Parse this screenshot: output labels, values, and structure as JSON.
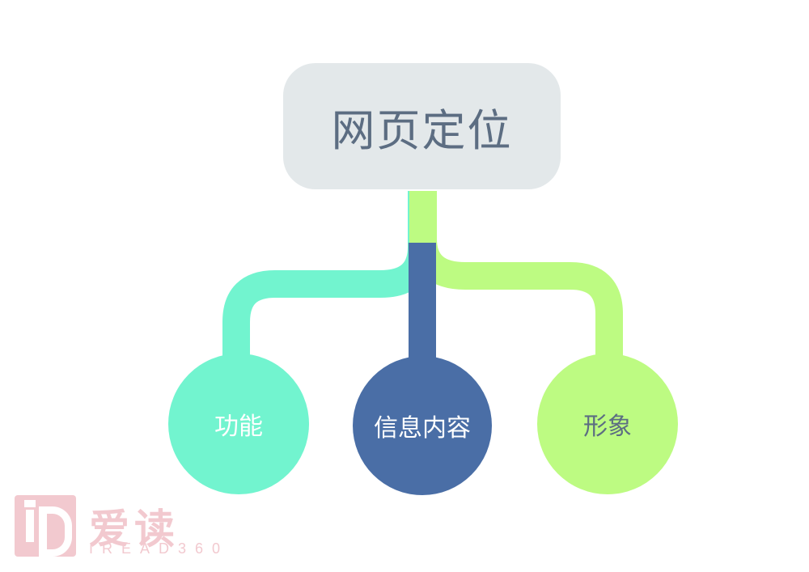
{
  "root": {
    "label": "网页定位"
  },
  "nodes": [
    {
      "label": "功能",
      "color": "#72f4cf"
    },
    {
      "label": "信息内容",
      "color": "#4a6ea6"
    },
    {
      "label": "形象",
      "color": "#bdfb82"
    }
  ],
  "colors": {
    "root_box": "#e3e8ea",
    "root_text": "#5c6d82",
    "connector_left": "#72f4cf",
    "connector_center": "#4a6ea6",
    "connector_right": "#bdfb82"
  },
  "watermark": {
    "chinese": "爱读",
    "english": "IREAD360"
  }
}
